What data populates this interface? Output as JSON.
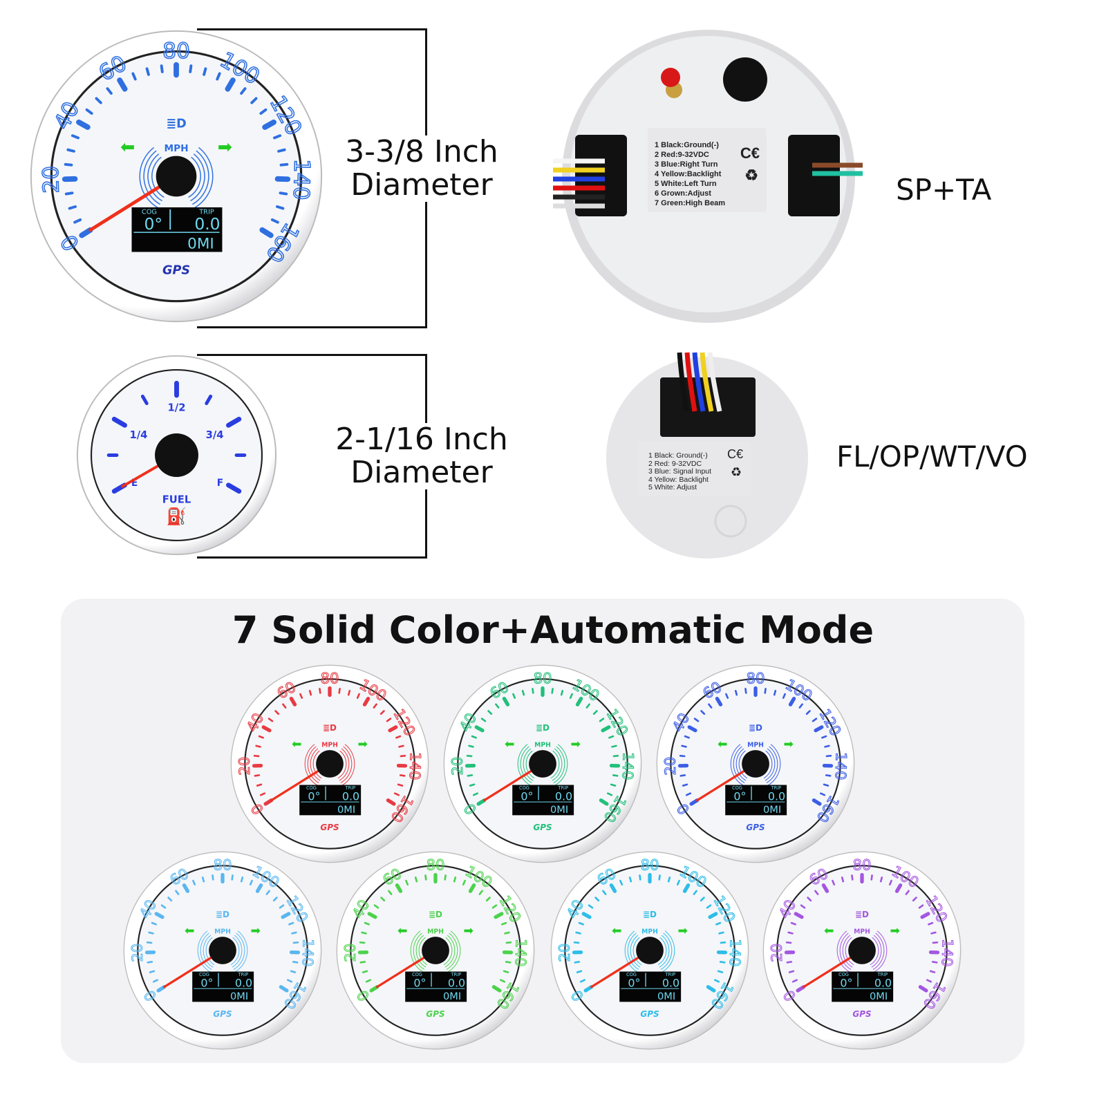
{
  "speedometer": {
    "unit": "MPH",
    "scale_labels": [
      "0",
      "20",
      "40",
      "60",
      "80",
      "100",
      "120",
      "140",
      "160"
    ],
    "display": {
      "cog_label": "COG",
      "cog_value": "0°",
      "trip_label": "TRIP",
      "trip_value": "0.0",
      "odo_value": "0MI"
    },
    "brand": "GPS",
    "needle_value": 0,
    "color": "#2f6fe0"
  },
  "size_large": {
    "line1": "3-3/8 Inch",
    "line2": "Diameter"
  },
  "size_small": {
    "line1": "2-1/16 Inch",
    "line2": "Diameter"
  },
  "back_large": {
    "model": "SP+TA",
    "wiring": [
      "1 Black:Ground(-)",
      "2 Red:9-32VDC",
      "3 Blue:Right Turn",
      "4 Yellow:Backlight",
      "5 White:Left Turn",
      "6 Grown:Adjust",
      "7 Green:High Beam"
    ]
  },
  "fuel_gauge": {
    "labels": {
      "half": "1/2",
      "quarter": "1/4",
      "three_quarter": "3/4",
      "empty": "E",
      "full": "F",
      "title": "FUEL"
    },
    "needle_value": 0,
    "color": "#2a3de0"
  },
  "back_small": {
    "model": "FL/OP/WT/VO",
    "wiring": [
      "1 Black: Ground(-)",
      "2 Red: 9-32VDC",
      "3 Blue: Signal Input",
      "4 Yellow: Backlight",
      "5 White: Adjust"
    ]
  },
  "color_panel": {
    "title": "7 Solid Color+Automatic Mode",
    "colors": [
      "#e83a42",
      "#22c07a",
      "#3c5ee6",
      "#5ab6f0",
      "#4cd24c",
      "#2ebde8",
      "#a456e0"
    ]
  }
}
